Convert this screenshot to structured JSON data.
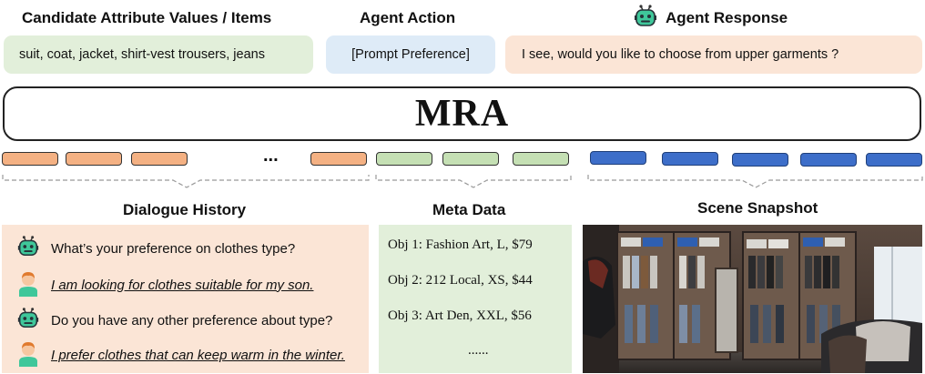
{
  "headers": {
    "candidates": "Candidate Attribute Values / Items",
    "action": "Agent Action",
    "response": "Agent Response"
  },
  "candidates_text": "suit, coat, jacket, shirt-vest trousers, jeans",
  "action_text": "[Prompt Preference]",
  "response_text": "I see, would you like to choose from upper garments ?",
  "model_label": "MRA",
  "token_ellipsis": "...",
  "sections": {
    "dialogue": "Dialogue History",
    "meta": "Meta Data",
    "scene": "Scene Snapshot"
  },
  "dialogue": [
    {
      "speaker": "agent",
      "icon": "robot-icon",
      "text": "What’s your preference on clothes type?"
    },
    {
      "speaker": "user",
      "icon": "user-icon",
      "text": "I am looking for clothes suitable for my son."
    },
    {
      "speaker": "agent",
      "icon": "robot-icon",
      "text": "Do you have any other preference about type?"
    },
    {
      "speaker": "user",
      "icon": "user-icon",
      "text": "I prefer clothes that can keep warm in the winter."
    }
  ],
  "meta": [
    "Obj 1: Fashion Art, L, $79",
    "Obj 2: 212 Local, XS, $44",
    "Obj 3: Art Den, XXL, $56",
    "......"
  ],
  "colors": {
    "green_fill": "#e2efda",
    "blue_fill": "#deebf7",
    "peach_fill": "#fbe5d6",
    "orange_token": "#f4b183",
    "green_token": "#c5e0b4",
    "blue_token": "#3d6ec9"
  }
}
